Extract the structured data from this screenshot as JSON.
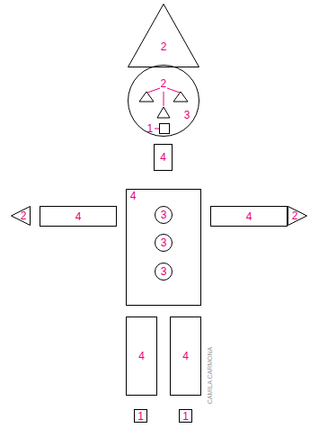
{
  "diagram": {
    "nodes": [
      {
        "text": [
          "2"
        ]
      },
      {
        "text": [
          "3"
        ]
      },
      {
        "text": [
          "4"
        ]
      },
      {
        "text": [
          "2"
        ]
      },
      {
        "text": [
          "4"
        ]
      },
      {
        "text": [
          "4"
        ]
      },
      {
        "text": [
          "3"
        ],
        "in": 5
      },
      {
        "text": [
          "3"
        ],
        "in": 5
      },
      {
        "text": [
          "3"
        ],
        "in": 5
      },
      {
        "text": [
          "4"
        ]
      },
      {
        "text": [
          "2"
        ]
      },
      {
        "text": [
          "4"
        ]
      },
      {
        "text": [
          "4"
        ]
      },
      {
        "text": [
          "1"
        ]
      },
      {
        "text": [
          "1"
        ]
      }
    ],
    "labels": [
      "2",
      "1",
      "CAMILA CARMONA"
    ]
  }
}
